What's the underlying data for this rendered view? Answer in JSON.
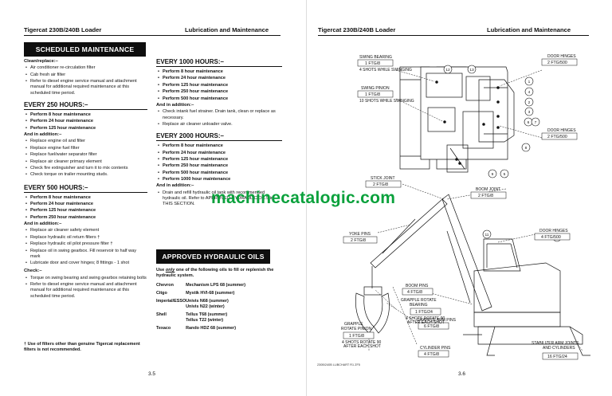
{
  "left": {
    "header_title": "Tigercat 230B/240B Loader",
    "header_section": "Lubrication and Maintenance",
    "banner": "SCHEDULED MAINTENANCE",
    "clean_replace": {
      "heading": "Clean/replace:–",
      "items": [
        "Air conditioner re-circulation filter",
        "Cab fresh air filter",
        "Refer to diesel engine service manual and attachment manual for additional required maintenance at this scheduled time period."
      ]
    },
    "every_250": {
      "heading": "EVERY 250 HOURS:–",
      "perform": [
        "Perform 8 hour maintenance",
        "Perform 24 hour maintenance",
        "Perform 125 hour maintenance"
      ],
      "addition_heading": "And in addition:–",
      "items": [
        "Replace engine oil and filter",
        "Replace engine fuel filter",
        "Replace fuel/water separator filter",
        "Replace air cleaner primary element",
        "Check fire extinguisher and turn it to mix contents",
        "Check torque on trailer mounting studs."
      ]
    },
    "every_500": {
      "heading": "EVERY 500 HOURS:–",
      "perform": [
        "Perform 8 hour maintenance",
        "Perform 24 hour maintenance",
        "Perform 125 hour maintenance",
        "Perform 250 hour maintenance"
      ],
      "addition_heading": "And in addition:–",
      "items": [
        "Replace air cleaner safety element",
        "Replace hydraulic oil return filters †",
        "Replace hydraulic oil pilot pressure filter †",
        "Replace oil in swing gearbox. Fill reservoir to half way mark",
        "Lubricate door and cover hinges; 8 fittings - 1 shot"
      ],
      "check_heading": "Check:–",
      "check_items": [
        "Torque on swing bearing and swing gearbox retaining bolts",
        "Refer to diesel engine service manual and attachment manual for additional required maintenance at this scheduled time period."
      ]
    },
    "every_1000": {
      "heading": "EVERY 1000 HOURS:–",
      "perform": [
        "Perform 8 hour maintenance",
        "Perform 24 hour maintenance",
        "Perform 125 hour maintenance",
        "Perform 250 hour maintenance",
        "Perform 500 hour maintenance"
      ],
      "addition_heading": "And in addition:–",
      "items": [
        "Check intank fuel strainer. Drain tank, clean or replace as necessary.",
        "Replace air cleaner unloader valve."
      ]
    },
    "every_2000": {
      "heading": "EVERY 2000 HOURS:–",
      "perform": [
        "Perform 8 hour maintenance",
        "Perform 24 hour maintenance",
        "Perform 125 hour maintenance",
        "Perform 250 hour maintenance",
        "Perform 500 hour maintenance",
        "Perform 1000 hour maintenance"
      ],
      "addition_heading": "And in addition:–",
      "items": [
        "Drain and refill hydraulic oil tank with recommended hydraulic oil. Refer to APPROVED HYDRAULIC OILS in THIS SECTION."
      ]
    },
    "oils_banner": "APPROVED HYDRAULIC OILS",
    "oils_intro_1": "Use ",
    "oils_intro_only": "only",
    "oils_intro_2": " one of the following oils to fill or replenish the hydraulic system.",
    "oils": [
      {
        "brand": "Chevron",
        "products": [
          "Mechanism LPS 68 (summer)"
        ]
      },
      {
        "brand": "Citgo",
        "products": [
          "Mystik HVI-68 (summer)"
        ]
      },
      {
        "brand": "Imperial/ESSO",
        "products": [
          "Univis N68 (summer)",
          "Univis N22 (winter)"
        ]
      },
      {
        "brand": "Shell",
        "products": [
          "Tellus T68 (summer)",
          "Tellus T22 (winter)"
        ]
      },
      {
        "brand": "Texaco",
        "products": [
          "Rando HDZ 68 (summer)"
        ]
      }
    ],
    "footnote": "† Use of filters other than genuine Tigercat replacement filters is not recommended.",
    "page_number": "3.5"
  },
  "right": {
    "header_title": "Tigercat 230B/240B Loader",
    "header_section": "Lubrication and Maintenance",
    "page_number": "3.6",
    "code": "230B/240B LUBCHART R1 ZF5",
    "labels": {
      "swing_bearing": "SWING BEARING",
      "swing_bearing_box": "1 FTG/8",
      "swing_bearing_note": "4 SHOTS WHILE SWINGING",
      "swing_pinion": "SWING PINION",
      "swing_pinion_box": "1 FTG/8",
      "swing_pinion_note": "10 SHOTS WHILE SWINGING",
      "door_hinges_top": "DOOR HINGES",
      "door_hinges_top_box": "2 FTG/500",
      "door_hinges_mid": "DOOR HINGES",
      "door_hinges_mid_box": "2 FTG/500",
      "stick_joint": "STICK JOINT",
      "stick_joint_box": "2 FTG/8",
      "boom_joint": "BOOM JOINT",
      "boom_joint_box": "2 FTG/8",
      "yoke_pins": "YOKE PINS",
      "yoke_pins_box": "2 FTG/8",
      "door_hinges_low": "DOOR HINGES",
      "door_hinges_low_box": "4 FTG/500",
      "boom_pins": "BOOM PINS",
      "boom_pins_box": "4 FTG/8",
      "grapple_rotate_bearing": "GRAPPLE ROTATE BEARING",
      "grapple_rotate_bearing_box": "1 FTG/24",
      "grapple_rotate_bearing_note": "4 SHOTS ROTATE 90 AFTER EACH SHOT",
      "grapple_rotate_pinion": "GRAPPLE ROTATE PINION",
      "grapple_rotate_pinion_box": "1 FTG/8",
      "grapple_rotate_pinion_note": "4 SHOTS ROTATE 90 AFTER EACH SHOT",
      "grapple_arm_pins": "GRAPPLE ARM PINS",
      "grapple_arm_pins_box": "6 FTG/8",
      "cylinder_pins": "CYLINDER PINS",
      "cylinder_pins_box": "4 FTG/8",
      "stabilizer": "STABILIZER ARM JOINTS AND CYLINDERS",
      "stabilizer_box": "16 FTG/24"
    },
    "callouts": [
      "1",
      "2",
      "3",
      "4",
      "5",
      "6",
      "7",
      "8",
      "9",
      "10",
      "11",
      "12",
      "13"
    ]
  },
  "watermark": "machinecatalogic.com"
}
